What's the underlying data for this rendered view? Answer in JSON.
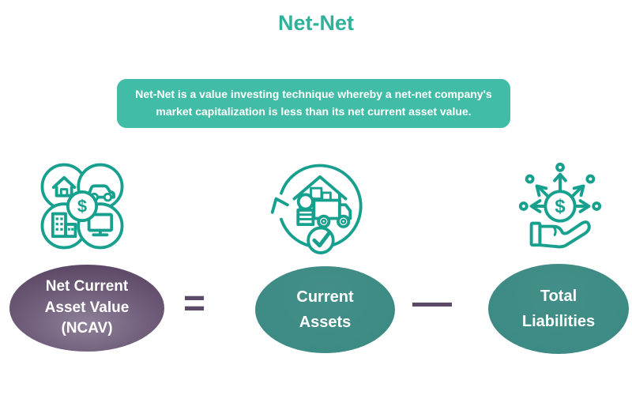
{
  "title": "Net-Net",
  "description": "Net-Net is a value investing technique whereby a net-net company's market capitalization is less than its net current asset value.",
  "colors": {
    "title_teal": "#2FB29B",
    "callout_teal": "#41BDA7",
    "icon_stroke_teal": "#18A08F",
    "ellipse_teal": "#3D8B85",
    "ellipse_purple_dark": "#5B4765",
    "ellipse_purple_light": "#8E8198",
    "operator_purple": "#5C4966",
    "text_white": "#FFFFFF"
  },
  "equation": {
    "ncav": {
      "line1": "Net Current",
      "line2": "Asset Value",
      "line3": "(NCAV)"
    },
    "equals_symbol": "=",
    "current_assets": {
      "line1": "Current",
      "line2": "Assets"
    },
    "minus_symbol": "—",
    "total_liabilities": {
      "line1": "Total",
      "line2": "Liabilities"
    }
  },
  "icons": {
    "left": "asset-circles-icon",
    "center": "current-assets-cycle-icon",
    "right": "cash-distribution-hand-icon",
    "dollar_sign": "$"
  }
}
